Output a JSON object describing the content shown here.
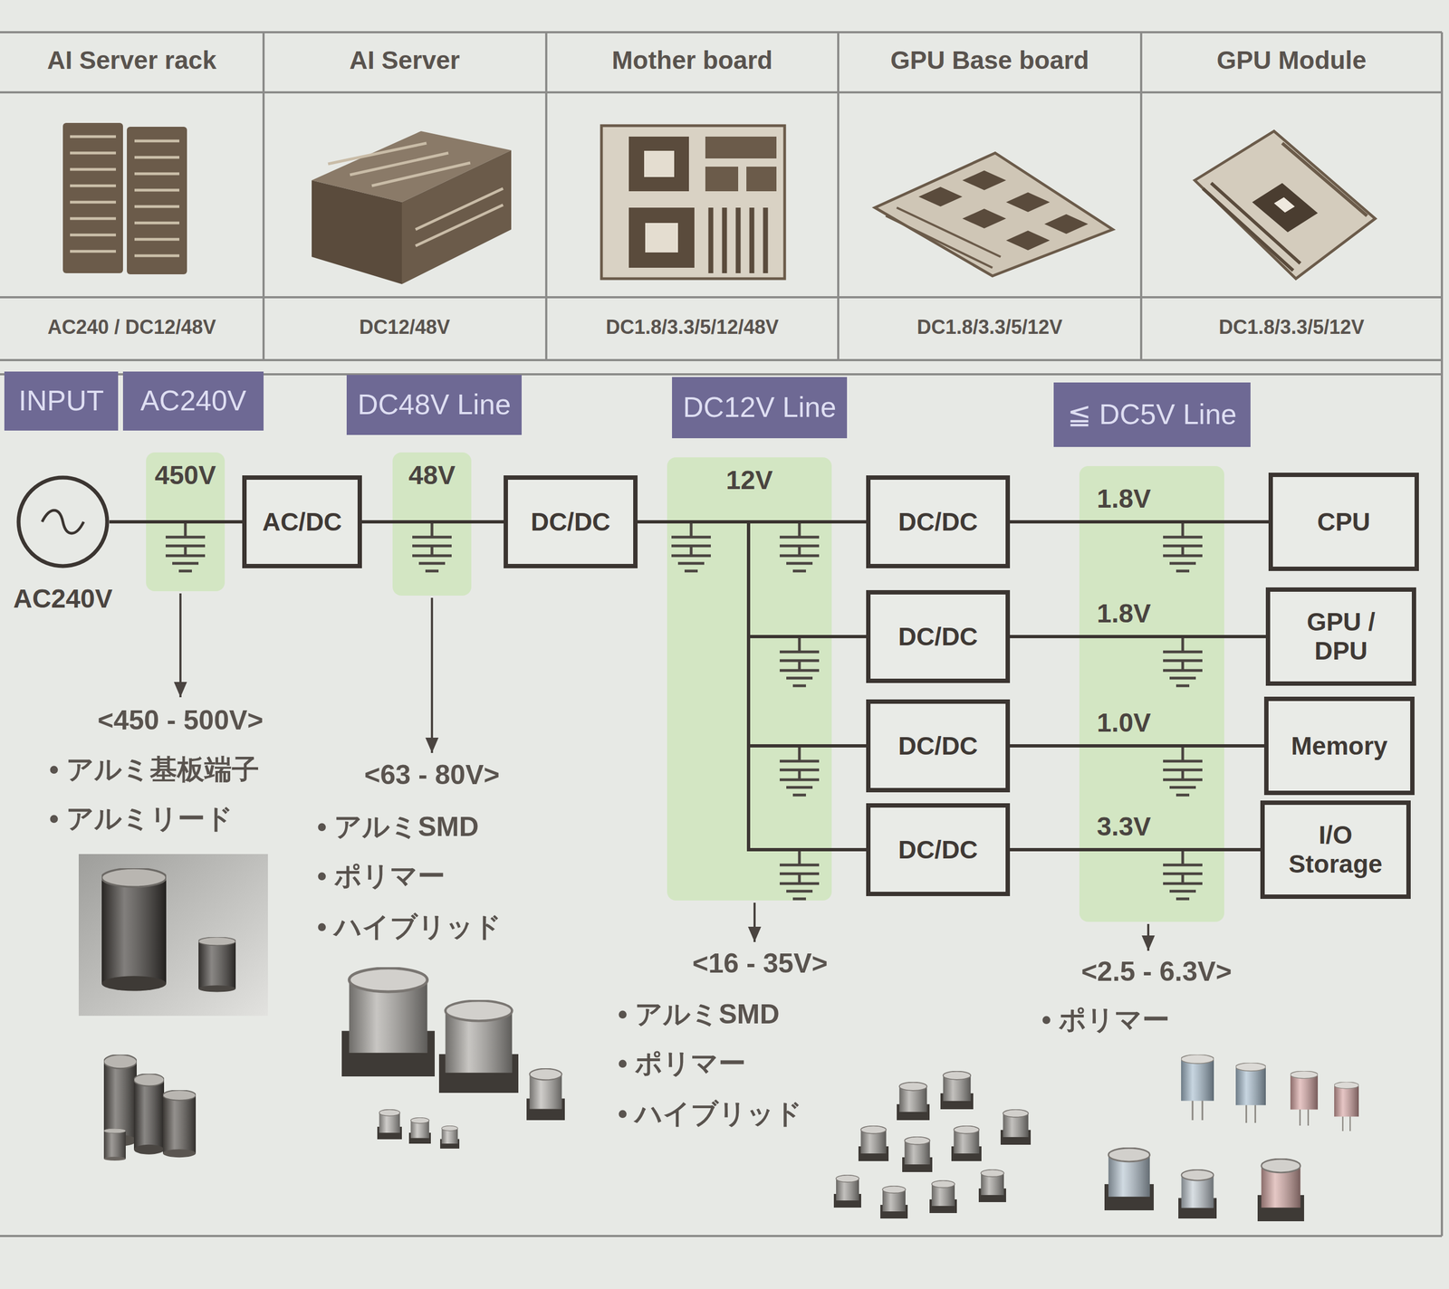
{
  "diagram": {
    "nodes": [
      {
        "text": [
          "INPUT"
        ]
      },
      {
        "text": [
          "AC240V"
        ]
      },
      {
        "text": [
          "DC48V Line"
        ]
      },
      {
        "text": [
          "DC12V Line"
        ]
      },
      {
        "text": [
          "≦ DC5V Line"
        ]
      },
      {
        "text": [
          "AC240V"
        ]
      },
      {
        "text": [
          "450V"
        ]
      },
      {
        "text": [
          "AC/DC"
        ]
      },
      {
        "text": [
          "48V"
        ]
      },
      {
        "text": [
          "DC/DC"
        ]
      },
      {
        "text": [
          "12V"
        ]
      },
      {
        "text": [
          "DC/DC"
        ]
      },
      {
        "text": [
          "DC/DC"
        ]
      },
      {
        "text": [
          "DC/DC"
        ]
      },
      {
        "text": [
          "DC/DC"
        ]
      },
      {
        "text": [
          "1.8V",
          "1.8V",
          "1.0V",
          "3.3V"
        ]
      },
      {
        "text": [
          "CPU"
        ]
      },
      {
        "text": [
          "GPU / DPU"
        ]
      },
      {
        "text": [
          "Memory"
        ]
      },
      {
        "text": [
          "I/O Storage"
        ]
      }
    ],
    "edges": [
      {
        "from": 5,
        "to": 7,
        "arrow": "none"
      },
      {
        "from": 7,
        "to": 9,
        "arrow": "none"
      },
      {
        "from": 9,
        "to": 11,
        "arrow": "none"
      },
      {
        "from": 9,
        "to": 12,
        "arrow": "none"
      },
      {
        "from": 9,
        "to": 13,
        "arrow": "none"
      },
      {
        "from": 9,
        "to": 14,
        "arrow": "none"
      },
      {
        "from": 11,
        "to": 16,
        "arrow": "none"
      },
      {
        "from": 12,
        "to": 17,
        "arrow": "none"
      },
      {
        "from": 13,
        "to": 18,
        "arrow": "none"
      },
      {
        "from": 14,
        "to": 19,
        "arrow": "none"
      }
    ],
    "labels": [
      "AI Server rack",
      "AI Server",
      "Mother board",
      "GPU Base board",
      "GPU Module",
      "AC240 / DC12/48V",
      "DC12/48V",
      "DC1.8/3.3/5/12/48V",
      "DC1.8/3.3/5/12V",
      "DC1.8/3.3/5/12V",
      "<450 - 500V>",
      "• アルミ基板端子",
      "• アルミリード",
      "<63 - 80V>",
      "• アルミSMD",
      "• ポリマー",
      "• ハイブリッド",
      "<16 - 35V>",
      "• アルミSMD",
      "• ポリマー",
      "• ハイブリッド",
      "<2.5 - 6.3V>",
      "• ポリマー"
    ]
  }
}
